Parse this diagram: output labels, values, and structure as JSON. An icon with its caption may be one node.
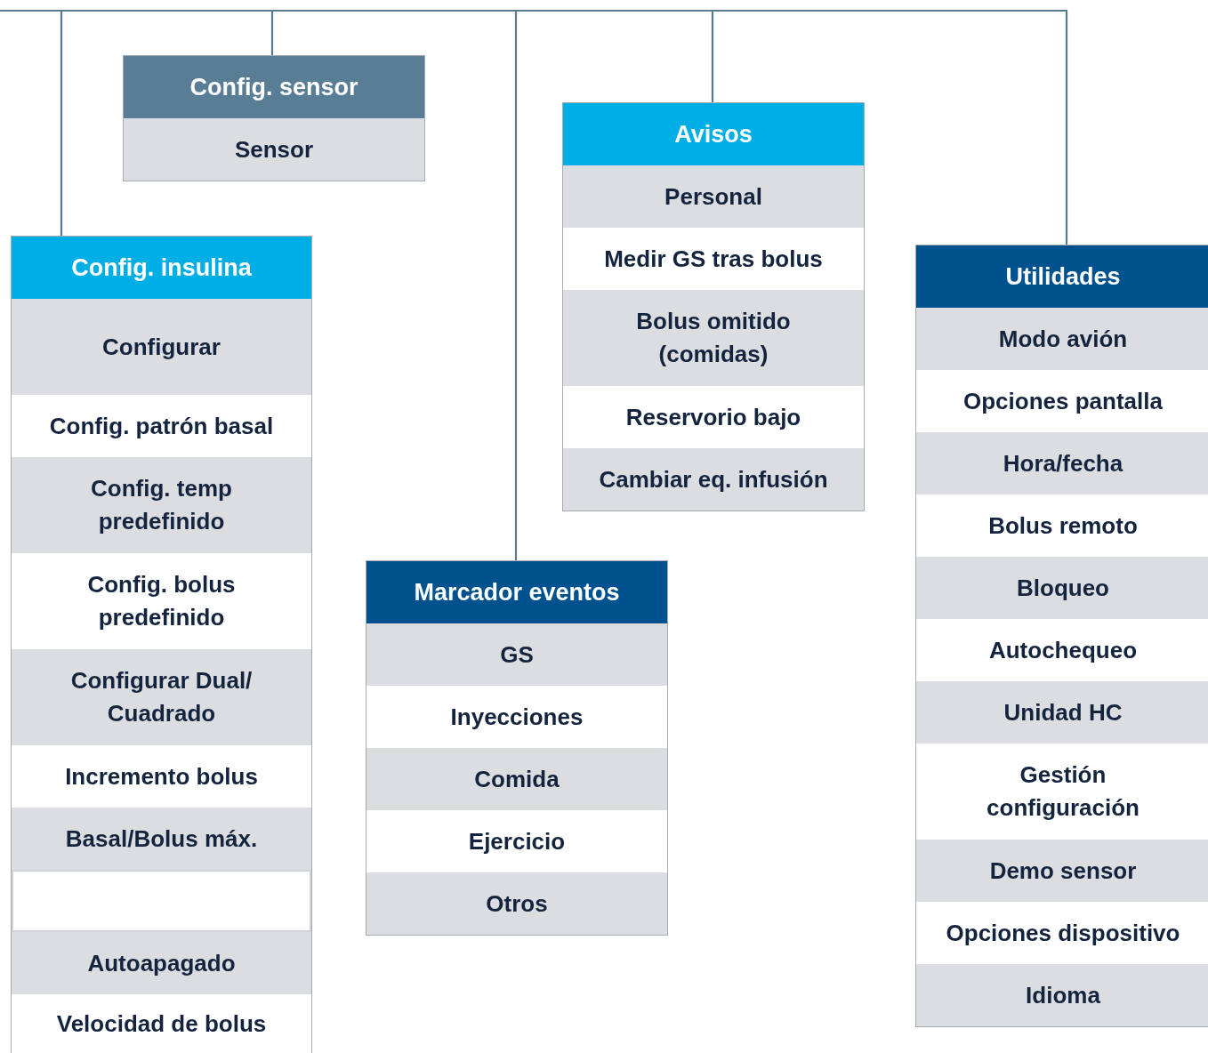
{
  "diagram": {
    "nodes": [
      {
        "text": [
          "Config. sensor"
        ]
      },
      {
        "text": [
          "Sensor"
        ],
        "in": 0
      },
      {
        "text": [
          "Config. insulina"
        ]
      },
      {
        "text": [
          "Configurar"
        ],
        "in": 2
      },
      {
        "text": [
          "Config. patrón basal"
        ],
        "in": 2
      },
      {
        "text": [
          "Config. temp predefinido"
        ],
        "in": 2
      },
      {
        "text": [
          "Config. bolus predefinido"
        ],
        "in": 2
      },
      {
        "text": [
          "Configurar Dual/ Cuadrado"
        ],
        "in": 2
      },
      {
        "text": [
          "Incremento bolus"
        ],
        "in": 2
      },
      {
        "text": [
          "Basal/Bolus máx."
        ],
        "in": 2
      },
      {
        "text": [],
        "shape": "box",
        "in": 2
      },
      {
        "text": [
          "Autoapagado"
        ],
        "in": 2
      },
      {
        "text": [
          "Velocidad de bolus"
        ],
        "in": 2
      },
      {
        "text": [
          "Avisos"
        ]
      },
      {
        "text": [
          "Personal"
        ],
        "in": 13
      },
      {
        "text": [
          "Medir GS tras bolus"
        ],
        "in": 13
      },
      {
        "text": [
          "Bolus omitido (comidas)"
        ],
        "in": 13
      },
      {
        "text": [
          "Reservorio bajo"
        ],
        "in": 13
      },
      {
        "text": [
          "Cambiar eq. infusión"
        ],
        "in": 13
      },
      {
        "text": [
          "Marcador eventos"
        ]
      },
      {
        "text": [
          "GS"
        ],
        "in": 19
      },
      {
        "text": [
          "Inyecciones"
        ],
        "in": 19
      },
      {
        "text": [
          "Comida"
        ],
        "in": 19
      },
      {
        "text": [
          "Ejercicio"
        ],
        "in": 19
      },
      {
        "text": [
          "Otros"
        ],
        "in": 19
      },
      {
        "text": [
          "Utilidades"
        ]
      },
      {
        "text": [
          "Modo avión"
        ],
        "in": 25
      },
      {
        "text": [
          "Opciones pantalla"
        ],
        "in": 25
      },
      {
        "text": [
          "Hora/fecha"
        ],
        "in": 25
      },
      {
        "text": [
          "Bolus remoto"
        ],
        "in": 25
      },
      {
        "text": [
          "Bloqueo"
        ],
        "in": 25
      },
      {
        "text": [
          "Autochequeo"
        ],
        "in": 25
      },
      {
        "text": [
          "Unidad HC"
        ],
        "in": 25
      },
      {
        "text": [
          "Gestión configuración"
        ],
        "in": 25
      },
      {
        "text": [
          "Demo sensor"
        ],
        "in": 25
      },
      {
        "text": [
          "Opciones dispositivo"
        ],
        "in": 25
      },
      {
        "text": [
          "Idioma"
        ],
        "in": 25
      }
    ],
    "edges": [
      {
        "from": null,
        "to": 2,
        "arrow": "none"
      },
      {
        "from": null,
        "to": 0,
        "arrow": "none"
      },
      {
        "from": null,
        "to": 19,
        "arrow": "none"
      },
      {
        "from": null,
        "to": 13,
        "arrow": "none"
      },
      {
        "from": null,
        "to": 25,
        "arrow": "none"
      }
    ]
  }
}
